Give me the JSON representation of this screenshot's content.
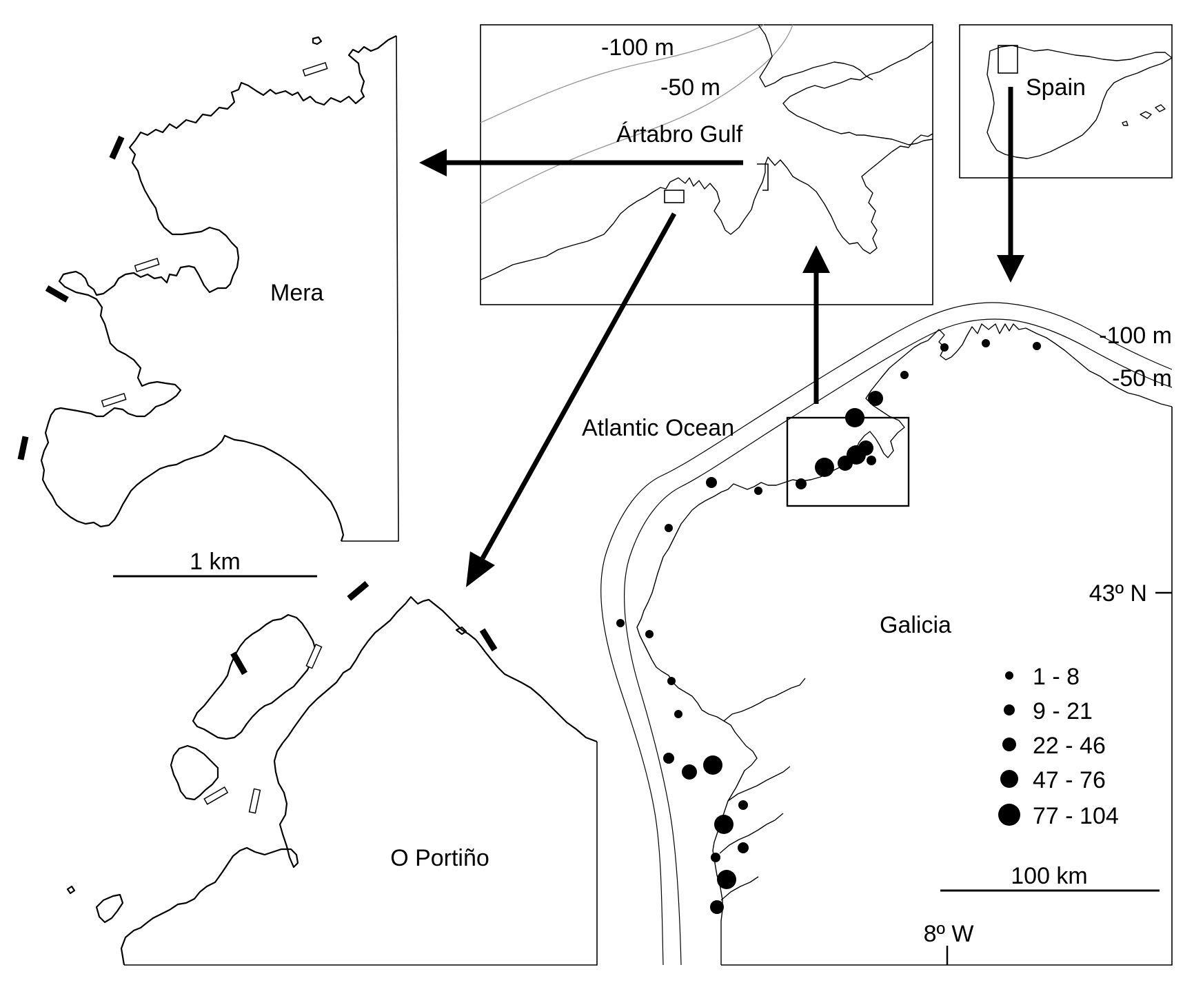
{
  "labels": {
    "mera": "Mera",
    "portino": "O Portiño",
    "artabro": "Ártabro Gulf",
    "spain": "Spain",
    "atlantic": "Atlantic Ocean",
    "galicia": "Galicia",
    "depth100_inset": "-100 m",
    "depth50_inset": "-50 m",
    "depth100_main": "-100 m",
    "depth50_main": "-50 m",
    "lat": "43º N",
    "lon": "8º W",
    "scale_small": "1 km",
    "scale_large": "100 km"
  },
  "legend": [
    {
      "label": "1 - 8"
    },
    {
      "label": "9 - 21"
    },
    {
      "label": "22 - 46"
    },
    {
      "label": "47 - 76"
    },
    {
      "label": "77 - 104"
    }
  ],
  "colors": {
    "ink": "#000000",
    "bathymetry_grey": "#9a9a9a",
    "background": "#ffffff"
  }
}
